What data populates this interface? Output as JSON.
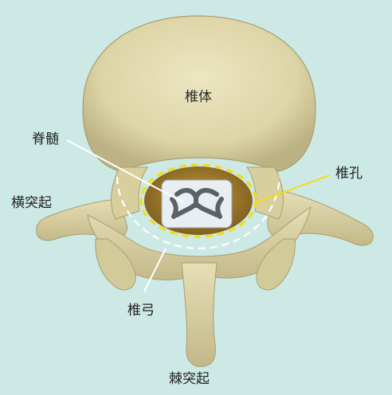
{
  "labels": {
    "vertebral_body": "椎体",
    "spinal_cord": "脊髄",
    "vertebral_foramen": "椎孔",
    "transverse_process": "横突起",
    "vertebral_arch": "椎弓",
    "spinous_process": "棘突起"
  },
  "colors": {
    "background": "#cde9e6",
    "bone": "#ddd6a9",
    "bone_shadow": "#a89e6c",
    "foramen_marker": "#f2dd18",
    "arch_marker": "#ffffff",
    "leader_line": "#ffffff"
  }
}
